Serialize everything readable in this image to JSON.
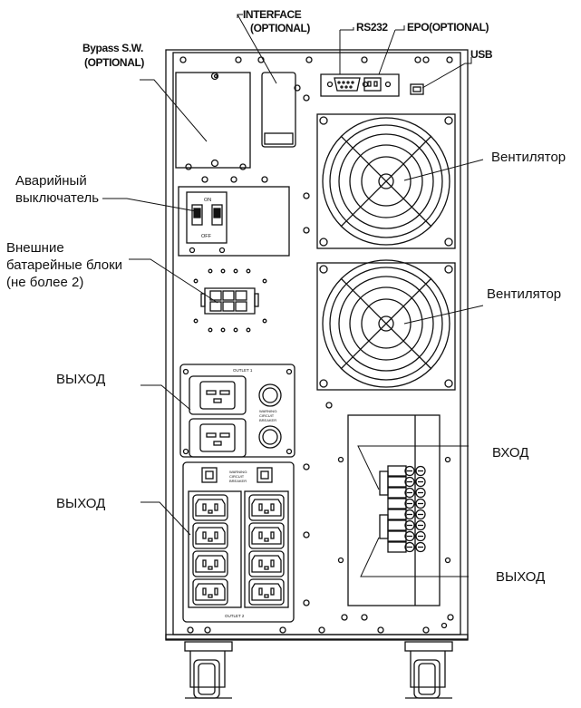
{
  "labels": {
    "interface_line1": "INTERFACE",
    "interface_line2": "(OPTIONAL)",
    "rs232": "RS232",
    "epo": "EPO(OPTIONAL)",
    "bypass_line1": "Bypass S.W.",
    "bypass_line2": "(OPTIONAL)",
    "usb": "USB",
    "breaker_line1": "Аварийный",
    "breaker_line2": "выключатель",
    "fan_top": "Вентилятор",
    "battery_line1": "Внешние",
    "battery_line2": "батарейные блоки",
    "battery_line3": "(не более 2)",
    "fan_bottom": "Вентилятор",
    "output_upper": "ВЫХОД",
    "input": "ВХОД",
    "output_lower": "ВЫХОД",
    "terminal_output": "ВЫХОД"
  },
  "panel_marks": {
    "breaker_on": "ON",
    "breaker_off": "OFF",
    "outlet1": "OUTLET 1",
    "outlet2": "OUTLET 2",
    "warning_top_1": "WARNING:",
    "warning_top_2": "CIRCUIT",
    "warning_top_3": "BREAKER",
    "warning_mid_1": "WARNING:",
    "warning_mid_2": "CIRCUIT",
    "warning_mid_3": "BREAKER"
  },
  "colors": {
    "line": "#111111",
    "panel_fill": "#ffffff",
    "terminal_shade": "#d8d8d8"
  }
}
